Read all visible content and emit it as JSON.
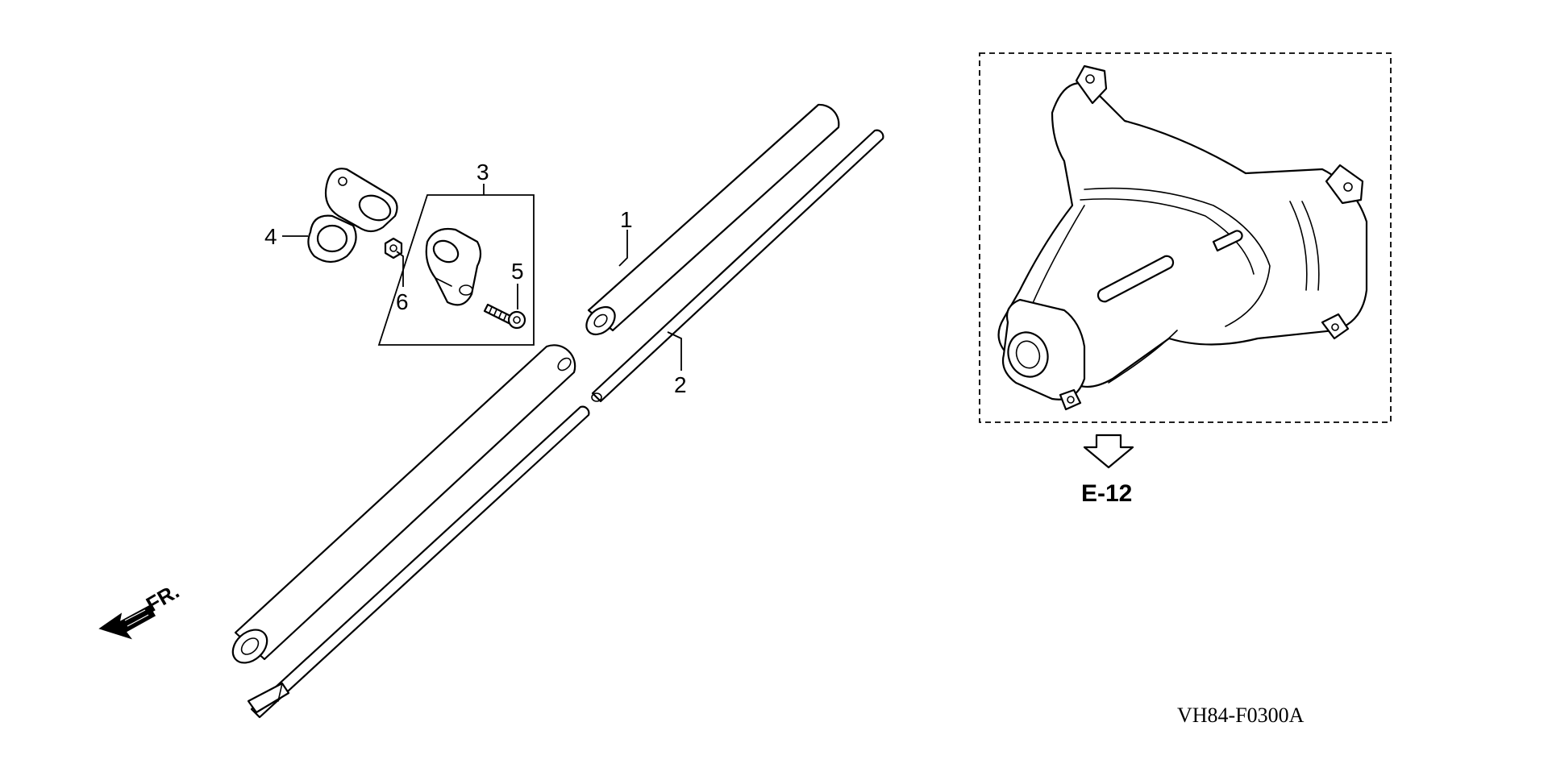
{
  "callouts": {
    "c1": "1",
    "c2": "2",
    "c3": "3",
    "c4": "4",
    "c5": "5",
    "c6": "6"
  },
  "reference": {
    "label": "E-12"
  },
  "direction": {
    "label": "FR."
  },
  "diagram_code": "VH84-F0300A"
}
